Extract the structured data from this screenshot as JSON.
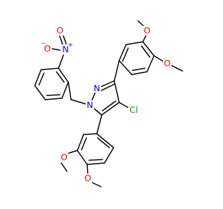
{
  "structure": {
    "type": "chemical-structure",
    "colors": {
      "bond": "#000000",
      "carbon": "#000000",
      "oxygen": "#ff0000",
      "nitrogen": "#0000ff",
      "chlorine": "#00a000"
    }
  },
  "labels": {
    "nitro_o_top": "O",
    "nitro_n": "N",
    "nitro_n_charge": "+",
    "nitro_o_left": "O",
    "nitro_o_left_charge": "−",
    "pyrazole_n2": "N",
    "pyrazole_n1": "N",
    "chloro": "Cl",
    "ome_top_o1": "O",
    "ome_top_o2": "O",
    "ome_bottom_o1": "O",
    "ome_bottom_o2": "O"
  }
}
